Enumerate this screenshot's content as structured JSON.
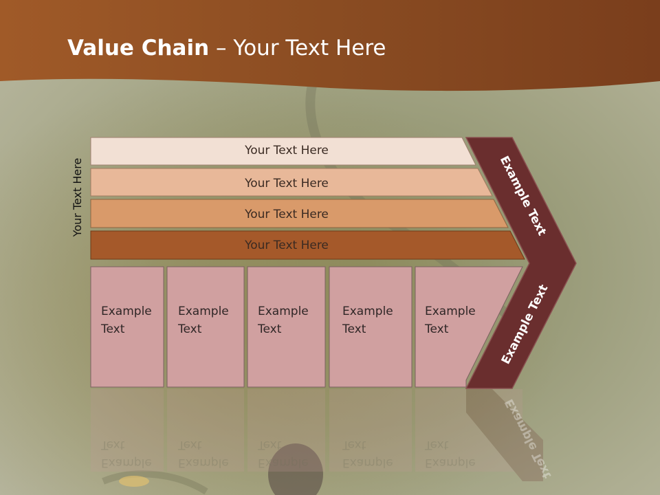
{
  "title": {
    "bold": "Value Chain",
    "rest": " – Your Text Here"
  },
  "side_label": "Your Text Here",
  "bars": [
    {
      "label": "Your Text Here",
      "color": "#f2e0d4"
    },
    {
      "label": "Your Text Here",
      "color": "#e8b899"
    },
    {
      "label": "Your Text Here",
      "color": "#d99a6a"
    },
    {
      "label": "Your Text Here",
      "color": "#a5592a"
    }
  ],
  "columns": [
    {
      "line1": "Example",
      "line2": "Text"
    },
    {
      "line1": "Example",
      "line2": "Text"
    },
    {
      "line1": "Example",
      "line2": "Text"
    },
    {
      "line1": "Example",
      "line2": "Text"
    },
    {
      "line1": "Example",
      "line2": "Text"
    }
  ],
  "chevron": {
    "top_label": "Example Text",
    "bottom_label": "Example Text",
    "color": "#6a2e2e"
  },
  "colors": {
    "header": "#8a4a22",
    "column_fill": "#d0a0a0"
  }
}
